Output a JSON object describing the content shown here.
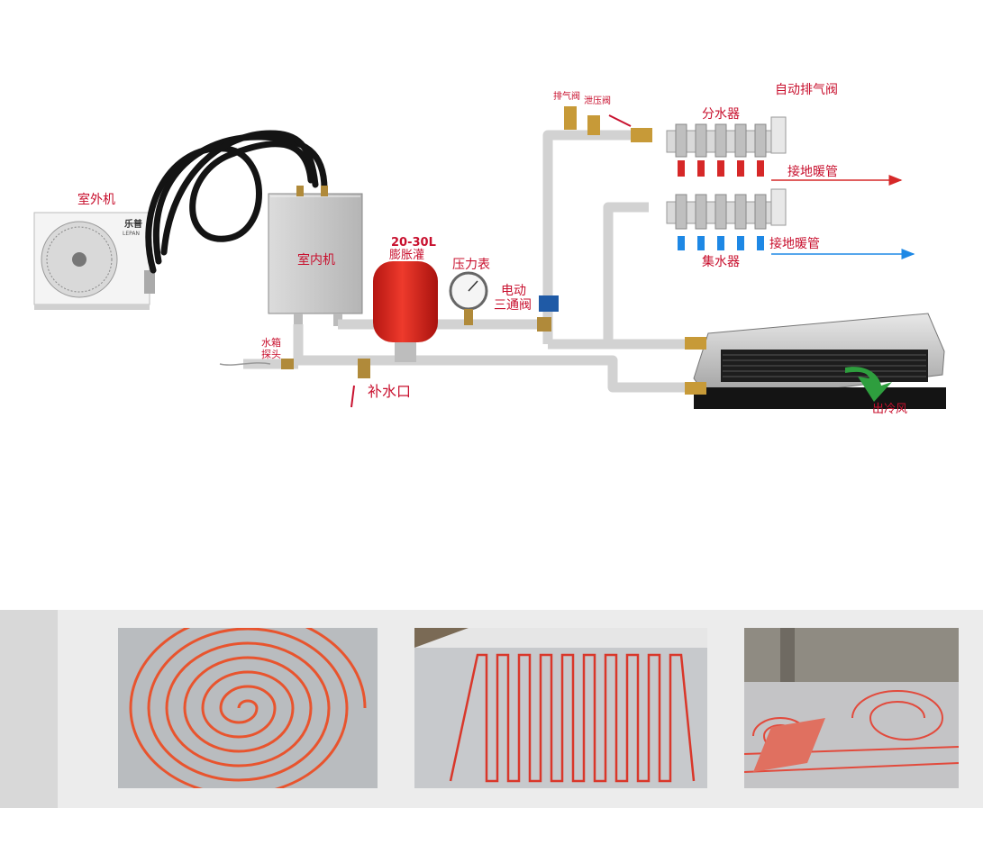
{
  "labels": {
    "outdoor_unit": "室外机",
    "outdoor_brand": "乐普",
    "outdoor_brand_sub": "LEPAN",
    "indoor_unit": "室内机",
    "expansion_tank_size": "20-30L",
    "expansion_tank": "膨胀灌",
    "pressure_gauge": "压力表",
    "three_way_valve_line1": "电动",
    "three_way_valve_line2": "三通阀",
    "water_tank_probe_line1": "水箱",
    "water_tank_probe_line2": "探头",
    "refill_port": "补水口",
    "exhaust_valve": "排气阀",
    "relief_valve": "泄压阀",
    "auto_exhaust_valve": "自动排气阀",
    "water_distributor": "分水器",
    "floor_heating_pipe_supply": "接地暖管",
    "water_collector": "集水器",
    "floor_heating_pipe_return": "接地暖管",
    "cold_air_out": "出冷风"
  },
  "colors": {
    "label_red": "#c8102e",
    "pipe_grey": "#cfcfcf",
    "supply_arrow": "#d62828",
    "return_arrow": "#1e88e5",
    "tank_red": "#e0261b",
    "fan_coil_green_arrow": "#2e9e3e",
    "floor_pipe": "#e8542e"
  },
  "photos": [
    {
      "name": "spiral-floor-heating-photo",
      "pattern": "spiral"
    },
    {
      "name": "serpentine-floor-heating-photo",
      "pattern": "serpentine"
    },
    {
      "name": "room-floor-heating-photo",
      "pattern": "spiral-room"
    }
  ]
}
